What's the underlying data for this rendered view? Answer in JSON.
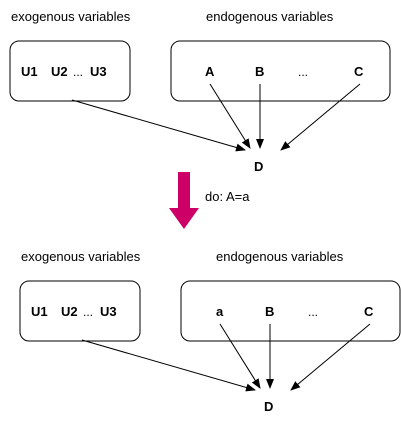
{
  "top": {
    "exo_heading": "exogenous variables",
    "endo_heading": "endogenous variables",
    "exo_nodes": {
      "u1": "U1",
      "u2": "U2",
      "dots": "...",
      "u3": "U3"
    },
    "endo_nodes": {
      "a": "A",
      "b": "B",
      "dots": "...",
      "c": "C"
    },
    "target": "D"
  },
  "intervention": {
    "label": "do: A=a",
    "arrow_color": "#CC0066"
  },
  "bottom": {
    "exo_heading": "exogenous variables",
    "endo_heading": "endogenous variables",
    "exo_nodes": {
      "u1": "U1",
      "u2": "U2",
      "dots": "...",
      "u3": "U3"
    },
    "endo_nodes": {
      "a": "a",
      "b": "B",
      "dots": "...",
      "c": "C"
    },
    "target": "D"
  }
}
